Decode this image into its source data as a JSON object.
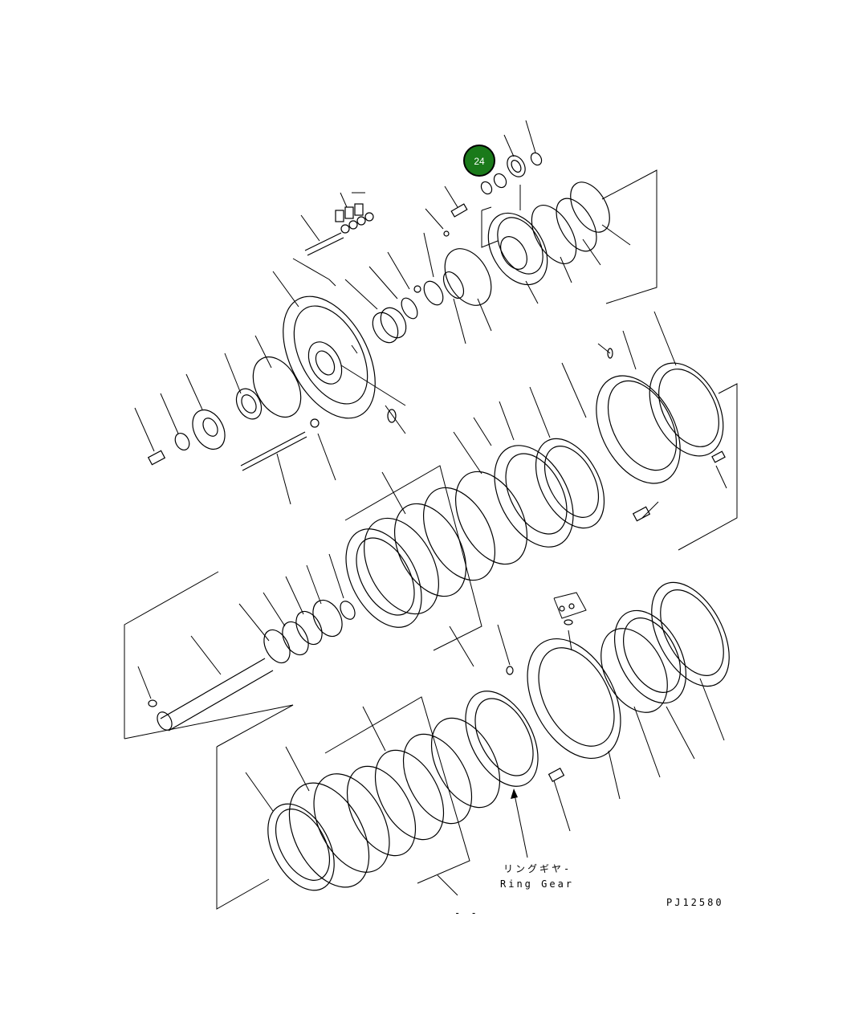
{
  "callout": {
    "number": "24",
    "color": "#1a7a1a"
  },
  "ring_gear_label": {
    "japanese": "リングギヤ-",
    "english": "Ring Gear"
  },
  "drawing_code": "PJ12580",
  "footer_marks": "- -"
}
